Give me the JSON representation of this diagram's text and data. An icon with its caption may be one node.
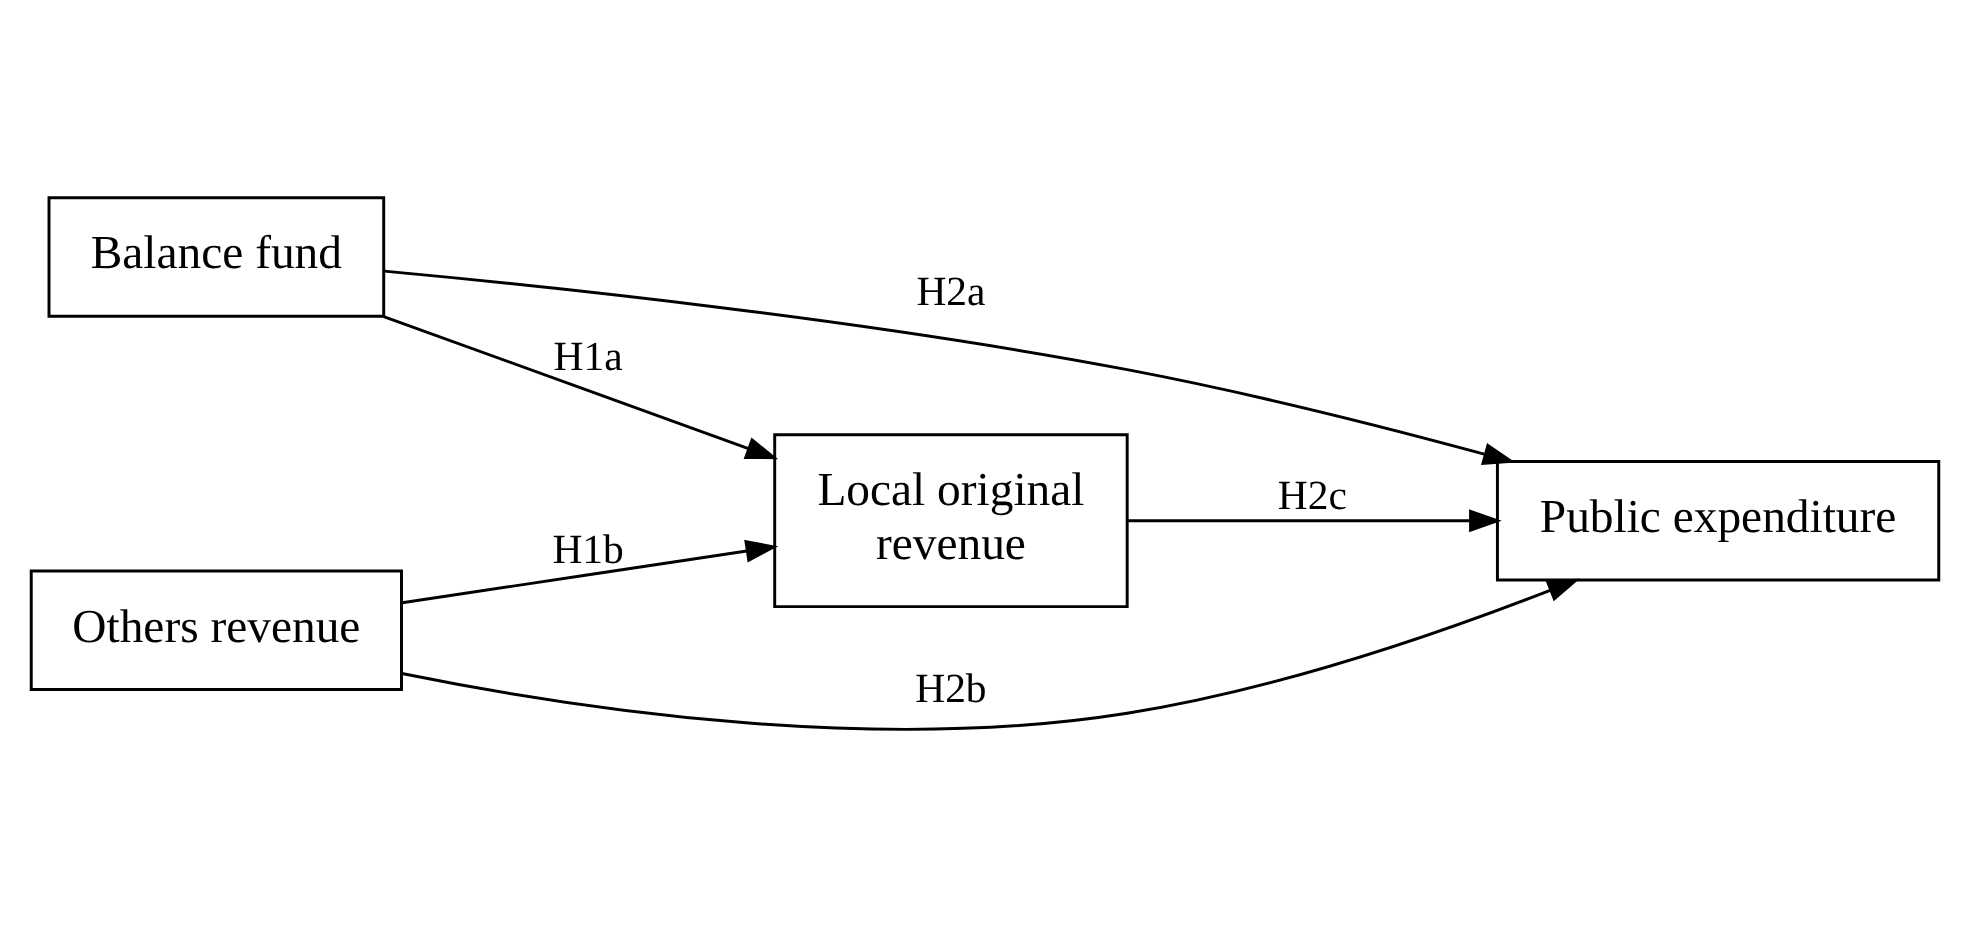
{
  "diagram": {
    "nodes": [
      {
        "text": [
          "Balance fund"
        ]
      },
      {
        "text": [
          "Local original revenue"
        ]
      },
      {
        "text": [
          "Public expenditure"
        ]
      },
      {
        "text": [
          "Others revenue"
        ]
      }
    ],
    "edges": [
      {
        "from": 0,
        "to": 2,
        "arrow": "to",
        "label": "H2a"
      },
      {
        "from": 0,
        "to": 1,
        "arrow": "to",
        "label": "H1a"
      },
      {
        "from": 3,
        "to": 1,
        "arrow": "to",
        "label": "H1b"
      },
      {
        "from": 1,
        "to": 2,
        "arrow": "to",
        "label": "H2c"
      },
      {
        "from": 3,
        "to": 2,
        "arrow": "to",
        "label": "H2b"
      }
    ]
  }
}
